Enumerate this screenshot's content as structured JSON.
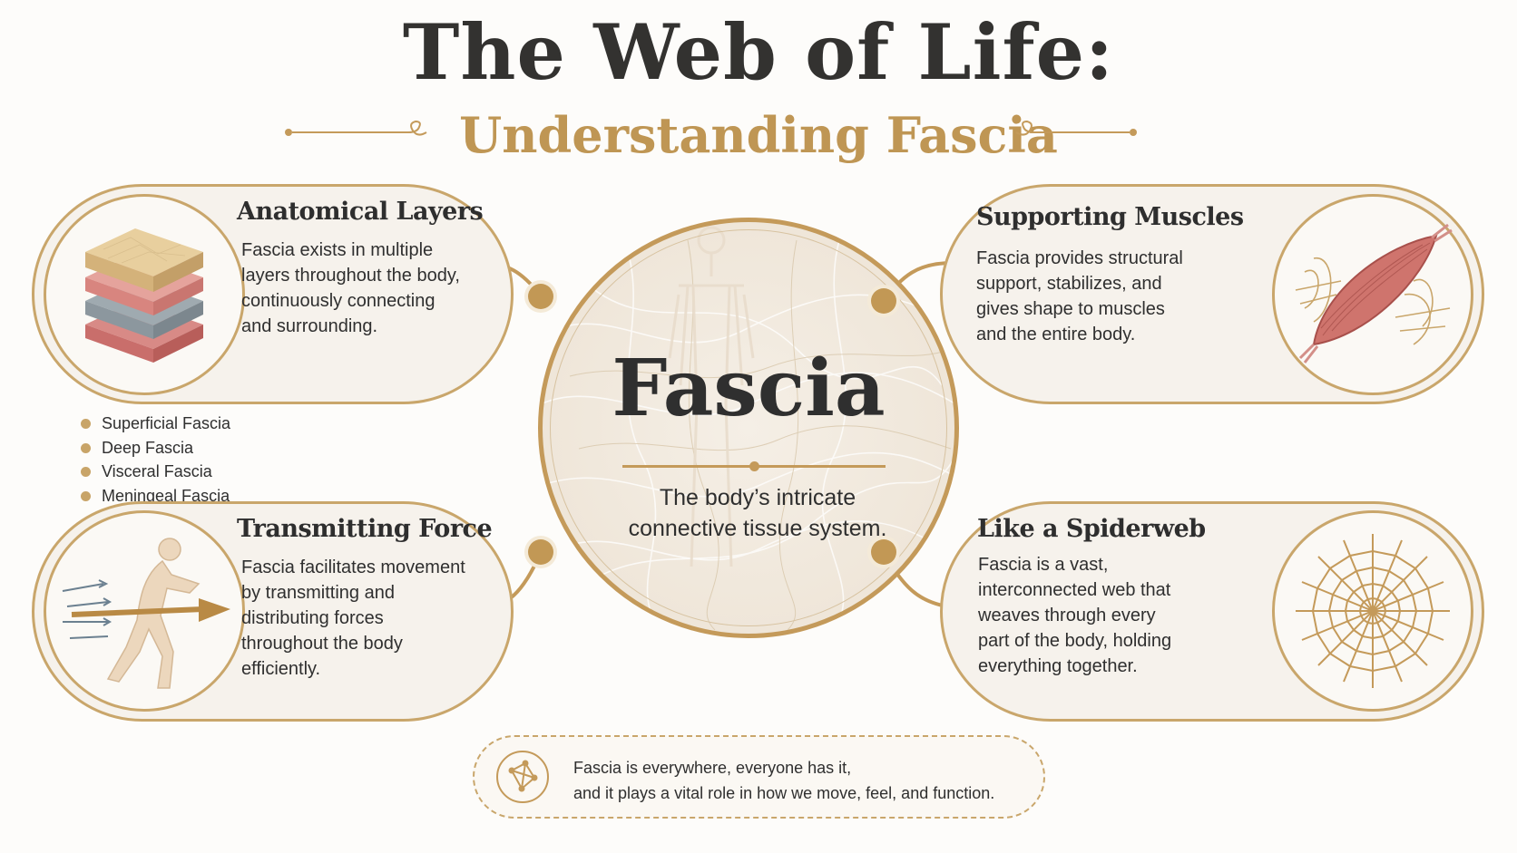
{
  "header": {
    "title": "The Web of Life:",
    "subtitle": "Understanding Fascia"
  },
  "center": {
    "heading": "Fascia",
    "description": "The body’s intricate connective tissue system."
  },
  "cards": {
    "anatomical_layers": {
      "title": "Anatomical Layers",
      "text": "Fascia exists in multiple layers throughout the body, continuously connecting and surrounding.",
      "icon": "tissue-layers-icon"
    },
    "supporting_muscles": {
      "title": "Supporting Muscles",
      "text": "Fascia provides structural support, stabilizes, and gives shape to muscles and the entire body.",
      "icon": "muscle-icon"
    },
    "transmitting_force": {
      "title": "Transmitting Force",
      "text": "Fascia facilitates movement by transmitting and distributing forces throughout the body efficiently.",
      "icon": "running-figure-icon"
    },
    "spiderweb": {
      "title": "Like a Spiderweb",
      "text": "Fascia is a vast, interconnected web that weaves through every part of the body, holding everything together.",
      "icon": "spiderweb-icon"
    }
  },
  "fascia_types": [
    "Superficial Fascia",
    "Deep Fascia",
    "Visceral Fascia",
    "Meningeal Fascia"
  ],
  "footer": {
    "line1": "Fascia is everywhere, everyone has it,",
    "line2": "and it plays a vital role in how we move, feel, and function.",
    "icon": "network-icon"
  },
  "colors": {
    "gold": "#c49a5a",
    "title": "#333230",
    "subtitle": "#bf9654",
    "card_bg": "#f6f2ec",
    "muscle": "#c96a64"
  }
}
